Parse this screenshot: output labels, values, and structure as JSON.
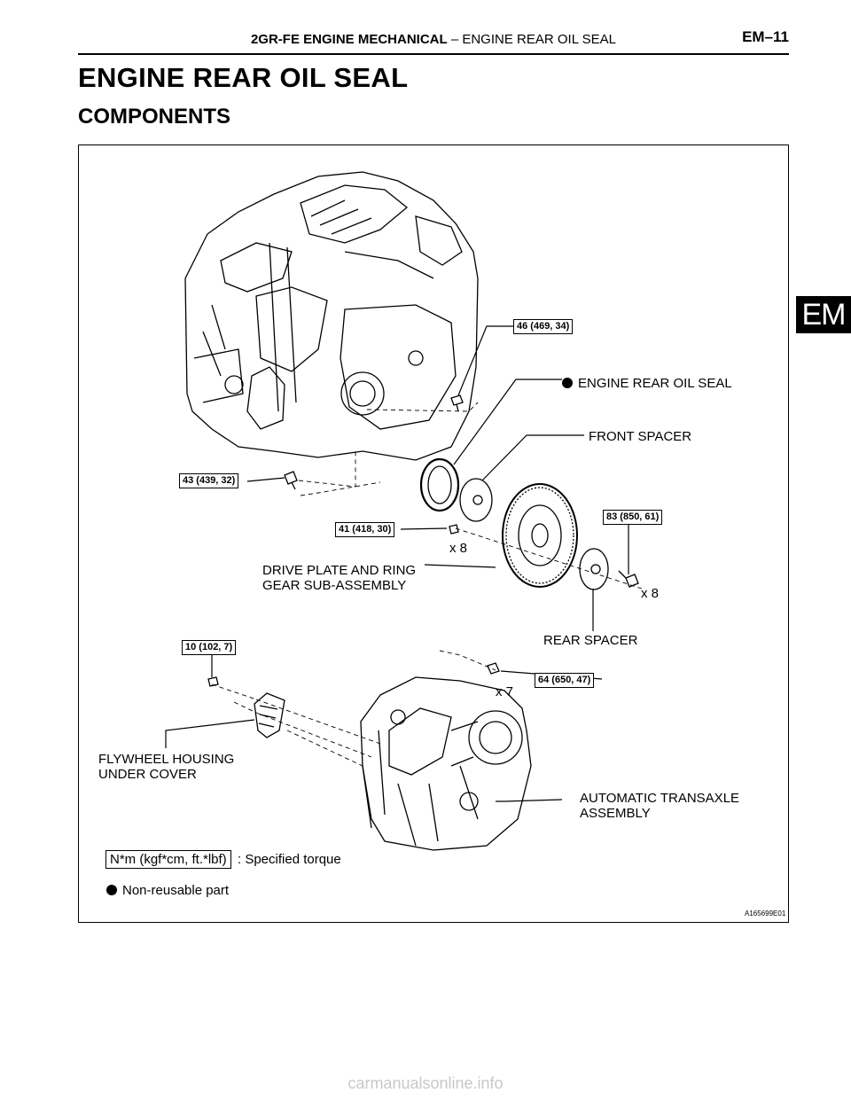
{
  "header": {
    "section_bold": "2GR-FE ENGINE MECHANICAL",
    "separator": " – ",
    "section_sub": "ENGINE REAR OIL SEAL",
    "page": "EM–11"
  },
  "side_tab": "EM",
  "title": "ENGINE REAR OIL SEAL",
  "subtitle": "COMPONENTS",
  "torques": {
    "t46": "46 (469, 34)",
    "t43": "43 (439, 32)",
    "t41": "41 (418, 30)",
    "t83": "83 (850, 61)",
    "t10": "10 (102, 7)",
    "t64": "64 (650, 47)"
  },
  "parts": {
    "oil_seal": "ENGINE REAR OIL SEAL",
    "front_spacer": "FRONT SPACER",
    "drive_plate": "DRIVE PLATE AND RING\nGEAR SUB-ASSEMBLY",
    "rear_spacer": "REAR SPACER",
    "flywheel_cover": "FLYWHEEL HOUSING\nUNDER COVER",
    "transaxle": "AUTOMATIC TRANSAXLE\nASSEMBLY"
  },
  "counts": {
    "drive_plate_bolts": "x 8",
    "rear_bolts": "x 8",
    "transaxle_bolts": "x 7"
  },
  "legend": {
    "torque_box": "N*m (kgf*cm, ft.*lbf)",
    "torque_text": ": Specified torque",
    "nonreusable": "Non-reusable part"
  },
  "figure_id": "A165699E01",
  "footer": "carmanualsonline.info"
}
